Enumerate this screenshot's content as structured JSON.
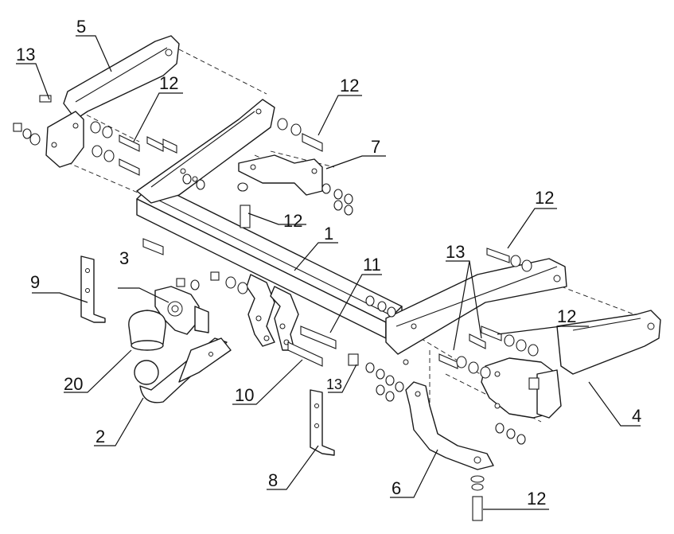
{
  "callouts": {
    "c13a": "13",
    "c5": "5",
    "c12a": "12",
    "c12b": "12",
    "c7": "7",
    "c12c": "12",
    "c1": "1",
    "c12d": "12",
    "c13b": "13",
    "c12e": "12",
    "c3": "3",
    "c9": "9",
    "c11": "11",
    "c20": "20",
    "c10": "10",
    "c13c": "13",
    "c2": "2",
    "c4": "4",
    "c8": "8",
    "c6": "6",
    "c12f": "12"
  },
  "colors": {
    "line": "#1a1a1a",
    "background": "#ffffff"
  }
}
